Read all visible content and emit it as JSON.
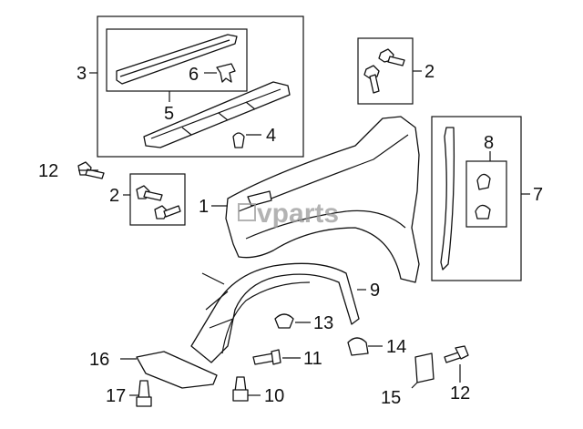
{
  "watermark": "vparts",
  "callouts": {
    "c1": "1",
    "c2a": "2",
    "c2b": "2",
    "c3": "3",
    "c4": "4",
    "c5": "5",
    "c6": "6",
    "c7": "7",
    "c8": "8",
    "c9": "9",
    "c10": "10",
    "c11": "11",
    "c12a": "12",
    "c12b": "12",
    "c13": "13",
    "c14": "14",
    "c15": "15",
    "c16": "16",
    "c17": "17"
  }
}
